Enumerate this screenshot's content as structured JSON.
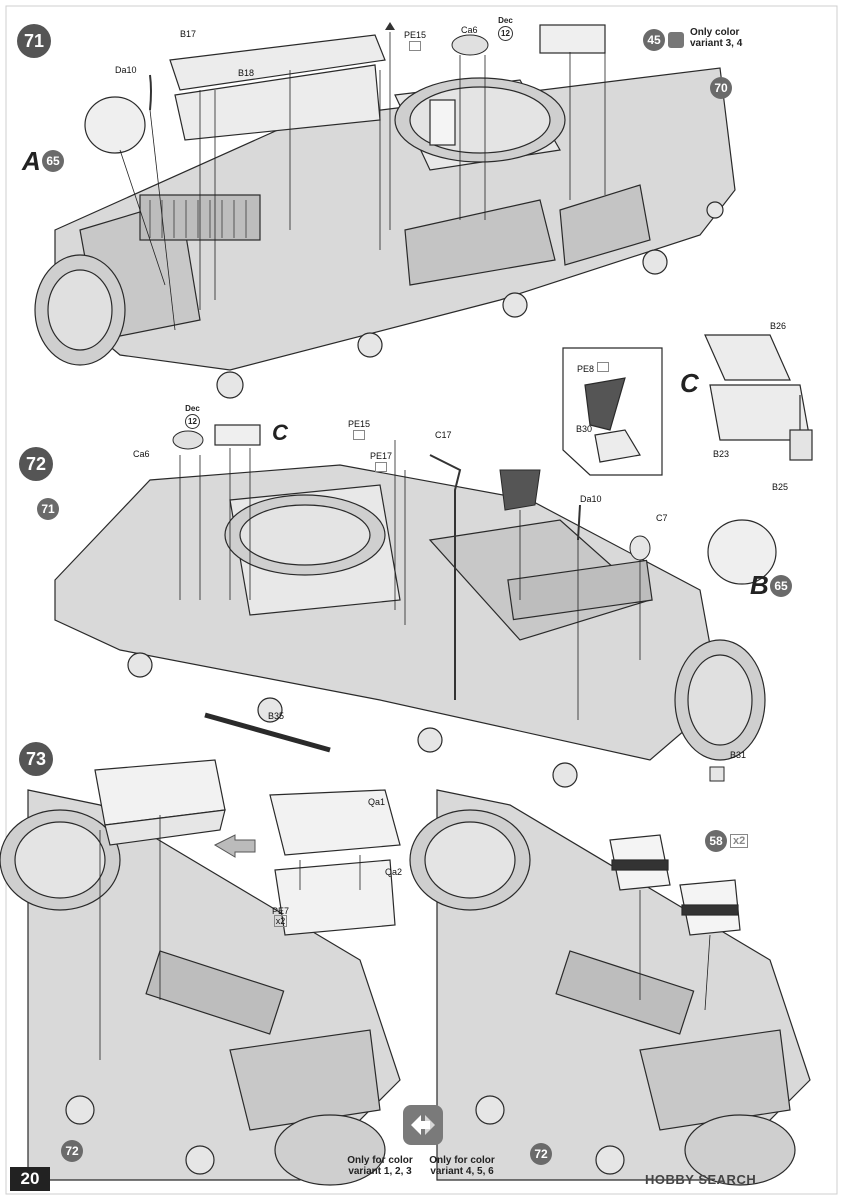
{
  "page_number": "20",
  "steps": [
    "71",
    "72",
    "73"
  ],
  "step71": {
    "parts": [
      "B17",
      "B18",
      "Da10",
      "PE15",
      "Ca6",
      "Dec",
      "12"
    ],
    "ref_a": "A",
    "ref_a_num": "65",
    "ref_45": "45",
    "only_color_note": "Only color variant 3, 4",
    "ref_70": "70"
  },
  "insetC": {
    "letter": "C",
    "parts": [
      "B26",
      "B23",
      "B25"
    ]
  },
  "insetPE8": {
    "parts": [
      "PE8",
      "B30"
    ]
  },
  "step72": {
    "parts": [
      "Dec",
      "12",
      "Ca6",
      "PE15",
      "PE17",
      "C17",
      "Da10",
      "C7",
      "B35",
      "B31"
    ],
    "c_letter": "C",
    "ref_71": "71",
    "ref_b": "B",
    "ref_b_num": "65"
  },
  "step73": {
    "parts": [
      "Qa1",
      "Qa2",
      "PE7",
      "x2"
    ],
    "ref_58": "58",
    "ref_58_x2": "x2",
    "ref_72_left": "72",
    "ref_72_right": "72"
  },
  "variant_note": {
    "left": "Only for color variant 1, 2, 3",
    "right": "Only for color variant 4, 5, 6"
  },
  "watermark": "HOBBY SEARCH",
  "colors": {
    "hull": "#d9d9d9",
    "hull_dark": "#b4b4b4",
    "line": "#2a2a2a",
    "badge": "#6a6a6a"
  }
}
